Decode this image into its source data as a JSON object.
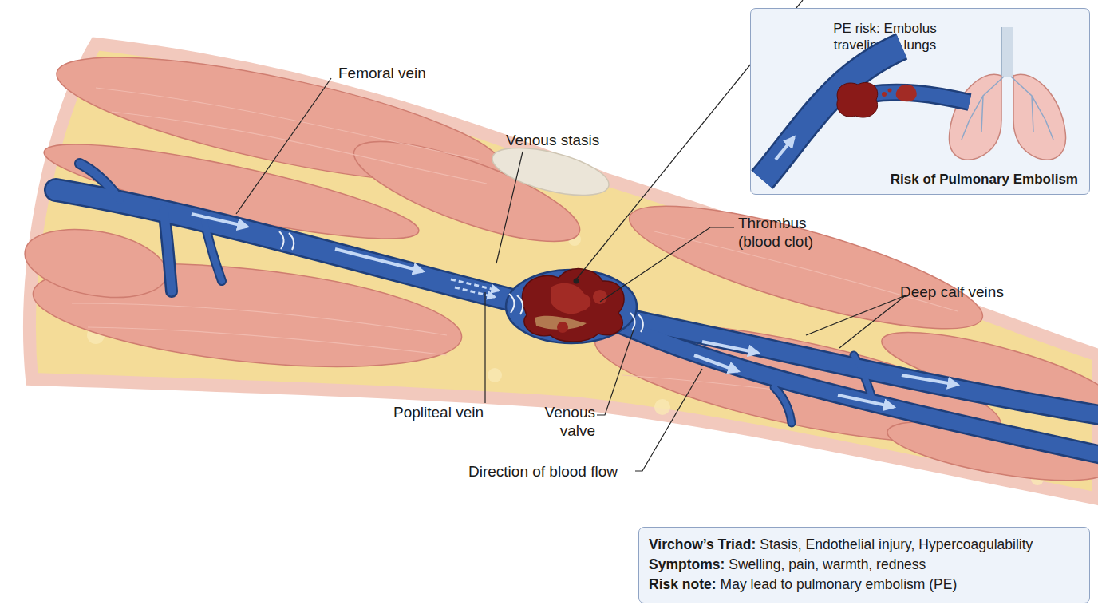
{
  "diagram": {
    "nodes": [
      {
        "text": [
          "PE risk: Embolus traveling to lungs",
          "Risk of Pulmonary Embolism"
        ]
      },
      {
        "text": [
          "Virchow’s Triad:",
          "Stasis, Endothelial injury, Hypercoagulability",
          "Symptoms:",
          "Swelling, pain, warmth, redness",
          "Risk note:",
          "May lead to pulmonary embolism (PE)"
        ]
      }
    ],
    "labels": [
      "Femoral vein",
      "Venous stasis",
      "Thrombus (blood clot)",
      "Deep calf veins",
      "Popliteal vein",
      "Venous valve",
      "Direction of blood flow"
    ]
  }
}
